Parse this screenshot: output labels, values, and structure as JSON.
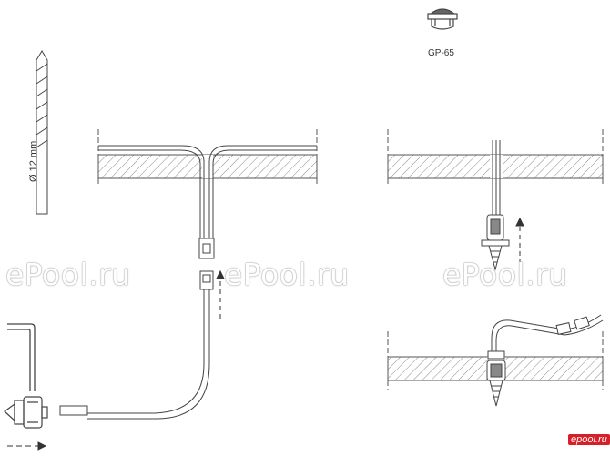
{
  "labels": {
    "model": "GP-65",
    "drill_diameter": "Ø 12 mm"
  },
  "watermarks": [
    "ePool.ru",
    "ePool.ru",
    "ePool.ru"
  ],
  "stamp": "epool.ru",
  "colors": {
    "line": "#555555",
    "hatch": "#8a8a8a",
    "stamp_bg": "#d61f26"
  }
}
